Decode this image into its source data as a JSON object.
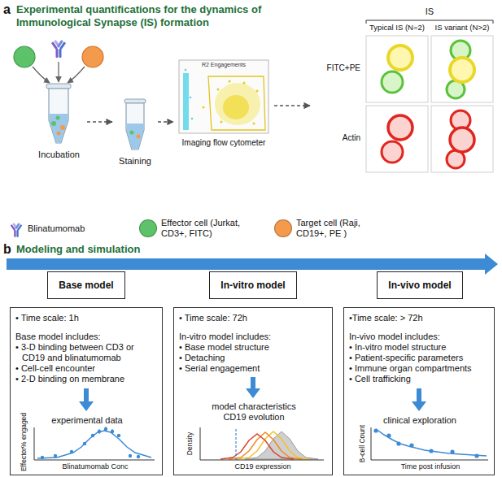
{
  "diagram": {
    "nodes": [
      {
        "text": [
          "Incubation"
        ]
      },
      {
        "text": [
          "Staining"
        ]
      },
      {
        "text": [
          "R2 Engagements",
          "Imaging flow cytometer"
        ]
      },
      {
        "text": [
          "IS",
          "Typical IS (N=2)",
          "IS variant (N>2)",
          "FITC+PE",
          "Actin"
        ]
      },
      {
        "text": [
          "Base model"
        ]
      },
      {
        "text": [
          "• Time scale: 1h",
          "Base model includes:",
          "• 3-D binding between CD3 or CD19 and blinatumomab",
          "• Cell-cell encounter",
          "• 2-D binding on membrane",
          "experimental data",
          "Effector% engaged",
          "Blinatumomab Conc"
        ]
      },
      {
        "text": [
          "In-vitro model"
        ]
      },
      {
        "text": [
          "• Time scale: 72h",
          "In-vitro model includes:",
          "• Base model structure",
          "• Detaching",
          "• Serial engagement",
          "model characteristics CD19 evolution",
          "Density",
          "CD19 expression"
        ]
      },
      {
        "text": [
          "In-vivo model"
        ]
      },
      {
        "text": [
          "•Time scale: > 72h",
          "In-vivo model includes:",
          "• In-vitro model structure",
          "• Patient-specific parameters",
          "• Immune organ compartments",
          "• Cell trafficking",
          "clinical exploration",
          "B-cell Count",
          "Time post infusion"
        ]
      }
    ],
    "edges": [
      {
        "from": 0,
        "to": 1,
        "arrow": "to"
      },
      {
        "from": 1,
        "to": 2,
        "arrow": "to"
      },
      {
        "from": 2,
        "to": 3,
        "arrow": "to"
      }
    ],
    "labels": [
      "a",
      "Experimental quantifications for the dynamics of Immunological Synapse (IS) formation",
      "b",
      "Modeling and simulation"
    ],
    "legend": [
      {
        "text": "Blinatumomab"
      },
      {
        "text": "Effector cell (Jurkat, CD3+, FITC)",
        "color": "#5ec26a"
      },
      {
        "text": "Target cell (Raji, CD19+, PE )",
        "color": "#f39a4c"
      }
    ]
  }
}
